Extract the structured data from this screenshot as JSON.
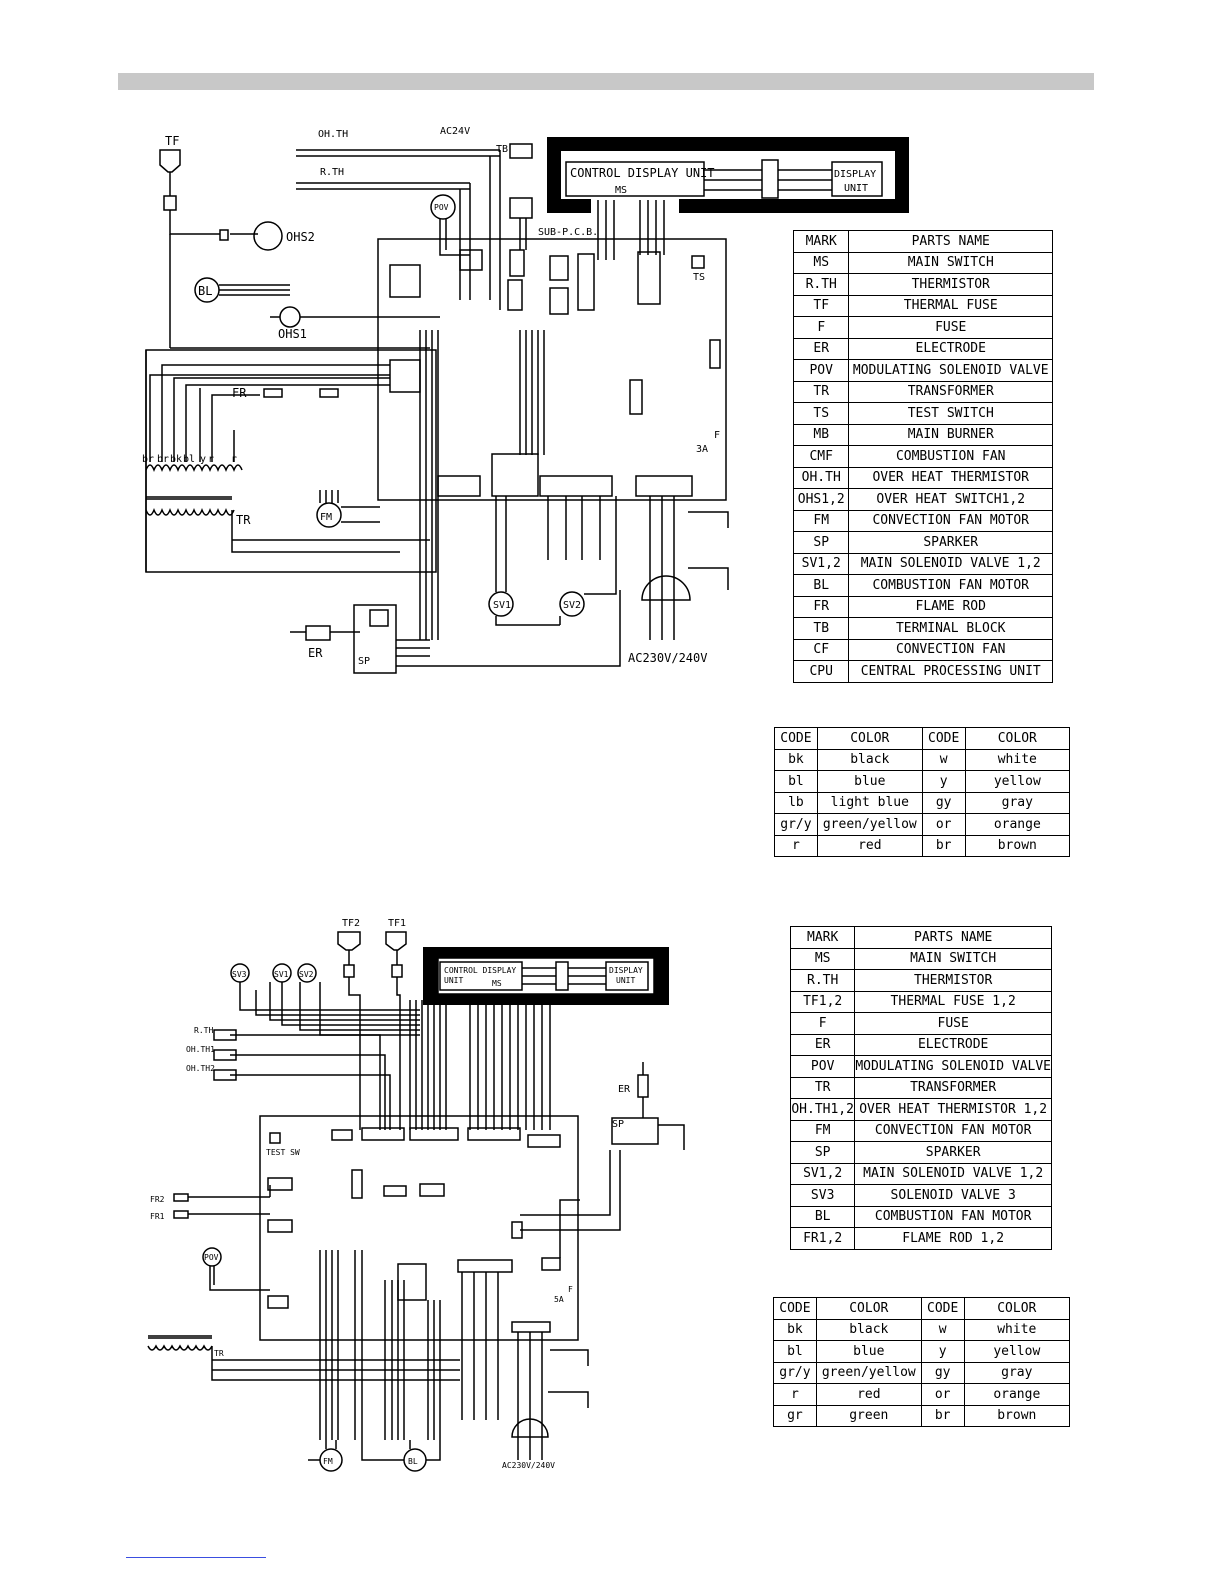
{
  "diagram1": {
    "labels": {
      "tf": "TF",
      "ohth": "OH.TH",
      "rth": "R.TH",
      "ac24v": "AC24V",
      "tb": "TB",
      "control_display_unit": "CONTROL DISPLAY UNIT",
      "ms": "MS",
      "display_unit_1": "DISPLAY",
      "display_unit_2": "UNIT",
      "pov": "POV",
      "sub_pcb": "SUB-P.C.B.",
      "ohs2": "OHS2",
      "bl": "BL",
      "ohs1": "OHS1",
      "ts": "TS",
      "fr": "FR",
      "fuse_rating": "3A",
      "f": "F",
      "tr": "TR",
      "fm": "FM",
      "er": "ER",
      "sp": "SP",
      "sv1": "SV1",
      "sv2": "SV2",
      "supply": "AC230V/240V",
      "transformer_wires": [
        "br",
        "br",
        "bk",
        "bl",
        "y",
        "r",
        "r"
      ]
    },
    "parts_table": {
      "headers": [
        "MARK",
        "PARTS NAME"
      ],
      "rows": [
        [
          "MS",
          "MAIN SWITCH"
        ],
        [
          "R.TH",
          "THERMISTOR"
        ],
        [
          "TF",
          "THERMAL FUSE"
        ],
        [
          "F",
          "FUSE"
        ],
        [
          "ER",
          "ELECTRODE"
        ],
        [
          "POV",
          "MODULATING SOLENOID VALVE"
        ],
        [
          "TR",
          "TRANSFORMER"
        ],
        [
          "TS",
          "TEST SWITCH"
        ],
        [
          "MB",
          "MAIN BURNER"
        ],
        [
          "CMF",
          "COMBUSTION FAN"
        ],
        [
          "OH.TH",
          "OVER HEAT THERMISTOR"
        ],
        [
          "OHS1,2",
          "OVER HEAT SWITCH1,2"
        ],
        [
          "FM",
          "CONVECTION FAN MOTOR"
        ],
        [
          "SP",
          "SPARKER"
        ],
        [
          "SV1,2",
          "MAIN SOLENOID VALVE 1,2"
        ],
        [
          "BL",
          "COMBUSTION FAN MOTOR"
        ],
        [
          "FR",
          "FLAME ROD"
        ],
        [
          "TB",
          "TERMINAL BLOCK"
        ],
        [
          "CF",
          "CONVECTION FAN"
        ],
        [
          "CPU",
          "CENTRAL PROCESSING UNIT"
        ]
      ]
    },
    "color_table": {
      "headers": [
        "CODE",
        "COLOR",
        "CODE",
        "COLOR"
      ],
      "rows": [
        [
          "bk",
          "black",
          "w",
          "white"
        ],
        [
          "bl",
          "blue",
          "y",
          "yellow"
        ],
        [
          "lb",
          "light blue",
          "gy",
          "gray"
        ],
        [
          "gr/y",
          "green/yellow",
          "or",
          "orange"
        ],
        [
          "r",
          "red",
          "br",
          "brown"
        ]
      ]
    }
  },
  "diagram2": {
    "labels": {
      "tf2": "TF2",
      "tf1": "TF1",
      "sv3": "SV3",
      "sv1": "SV1",
      "sv2": "SV2",
      "control_display_unit_1": "CONTROL DISPLAY",
      "control_display_unit_2": "UNIT",
      "ms": "MS",
      "display_unit_1": "DISPLAY",
      "display_unit_2": "UNIT",
      "rth": "R.TH",
      "ohth1": "OH.TH1",
      "ohth2": "OH.TH2",
      "er": "ER",
      "sp": "SP",
      "test_sw": "TEST SW",
      "fr2": "FR2",
      "fr1": "FR1",
      "pov": "POV",
      "tr": "TR",
      "fuse_rating": "5A",
      "f": "F",
      "fm": "FM",
      "bl": "BL",
      "supply": "AC230V/240V"
    },
    "parts_table": {
      "headers": [
        "MARK",
        "PARTS NAME"
      ],
      "rows": [
        [
          "MS",
          "MAIN SWITCH"
        ],
        [
          "R.TH",
          "THERMISTOR"
        ],
        [
          "TF1,2",
          "THERMAL FUSE 1,2"
        ],
        [
          "F",
          "FUSE"
        ],
        [
          "ER",
          "ELECTRODE"
        ],
        [
          "POV",
          "MODULATING SOLENOID VALVE"
        ],
        [
          "TR",
          "TRANSFORMER"
        ],
        [
          "OH.TH1,2",
          "OVER HEAT THERMISTOR 1,2"
        ],
        [
          "FM",
          "CONVECTION FAN MOTOR"
        ],
        [
          "SP",
          "SPARKER"
        ],
        [
          "SV1,2",
          "MAIN SOLENOID VALVE 1,2"
        ],
        [
          "SV3",
          "SOLENOID VALVE 3"
        ],
        [
          "BL",
          "COMBUSTION FAN MOTOR"
        ],
        [
          "FR1,2",
          "FLAME ROD 1,2"
        ]
      ]
    },
    "color_table": {
      "headers": [
        "CODE",
        "COLOR",
        "CODE",
        "COLOR"
      ],
      "rows": [
        [
          "bk",
          "black",
          "w",
          "white"
        ],
        [
          "bl",
          "blue",
          "y",
          "yellow"
        ],
        [
          "gr/y",
          "green/yellow",
          "gy",
          "gray"
        ],
        [
          "r",
          "red",
          "or",
          "orange"
        ],
        [
          "gr",
          "green",
          "br",
          "brown"
        ]
      ]
    }
  }
}
